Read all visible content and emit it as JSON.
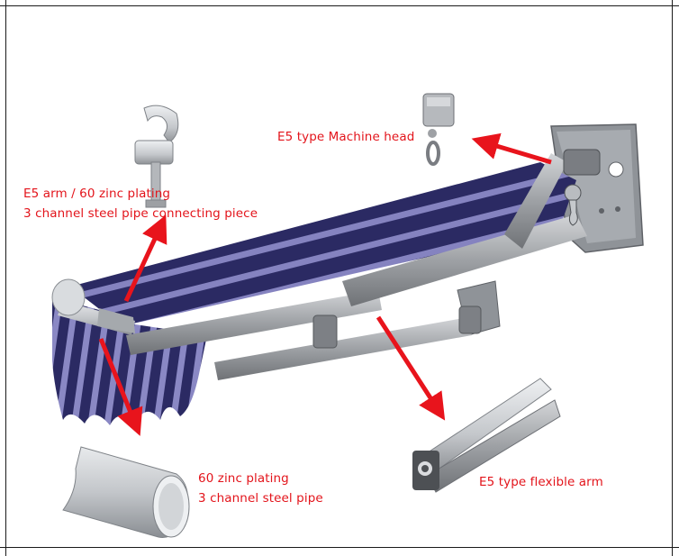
{
  "labels": {
    "machine_head": "E5 type Machine head",
    "arm_line1": "E5 arm / 60 zinc plating",
    "arm_line2": "3 channel steel pipe connecting piece",
    "pipe_line1": "60 zinc plating",
    "pipe_line2": "3 channel steel pipe",
    "flexible_arm": "E5 type flexible arm"
  },
  "colors": {
    "label_red": "#e3141b",
    "arrow_red": "#e8141c",
    "awning_navy": "#2b2a63",
    "awning_stripe": "#8583c0",
    "metal_gray": "#9a9ca0"
  }
}
